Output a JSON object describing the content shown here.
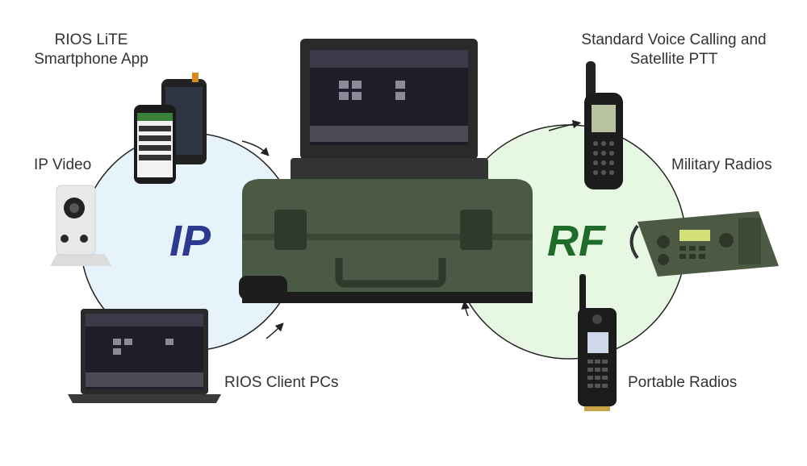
{
  "labels": {
    "smartphone": [
      "RIOS LiTE",
      "Smartphone App"
    ],
    "ip_video": "IP Video",
    "client_pcs": "RIOS Client PCs",
    "satellite": [
      "Standard Voice Calling and",
      "Satellite PTT"
    ],
    "military": "Military Radios",
    "portable": "Portable Radios"
  },
  "zones": {
    "ip": "IP",
    "rf": "RF"
  },
  "colors": {
    "ip_text": "#2b3a8f",
    "rf_text": "#1f6b2a",
    "ip_fill": "#e6f3fb",
    "rf_fill": "#e7f8e2",
    "case_green": "#4a5a44",
    "screen_dark": "#1e1e28"
  }
}
